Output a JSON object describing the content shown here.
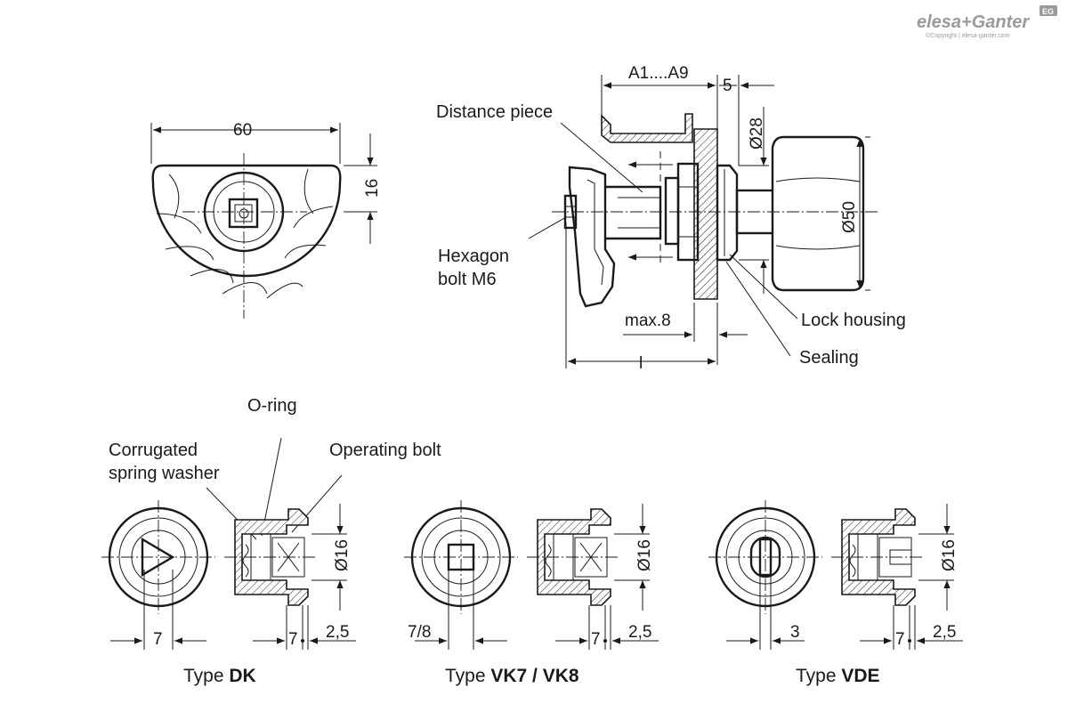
{
  "brand": {
    "logo": "elesa+Ganter",
    "badge": "EG",
    "copyright": "©Copyright | elesa-ganter.com"
  },
  "front_view": {
    "dim_width": "60",
    "dim_height": "16"
  },
  "side_view": {
    "dim_a": "A1....A9",
    "dim_5": "5",
    "dim_d28": "Ø28",
    "dim_d50": "Ø50",
    "dim_max8": "max.8",
    "dim_l": "l",
    "label_distance_piece": "Distance piece",
    "label_hexagon_1": "Hexagon",
    "label_hexagon_2": "bolt M6",
    "label_lock_housing": "Lock housing",
    "label_sealing": "Sealing"
  },
  "detail_labels": {
    "o_ring": "O-ring",
    "corrugated_1": "Corrugated",
    "corrugated_2": "spring washer",
    "operating_bolt": "Operating bolt"
  },
  "types": [
    {
      "prefix": "Type ",
      "code": "DK",
      "dim_left": "7",
      "dim_d": "Ø16",
      "dim_7": "7",
      "dim_25": "2,5"
    },
    {
      "prefix": "Type ",
      "code": "VK7 / VK8",
      "dim_left": "7/8",
      "dim_d": "Ø16",
      "dim_7": "7",
      "dim_25": "2,5"
    },
    {
      "prefix": "Type ",
      "code": "VDE",
      "dim_left": "3",
      "dim_d": "Ø16",
      "dim_7": "7",
      "dim_25": "2,5"
    }
  ]
}
